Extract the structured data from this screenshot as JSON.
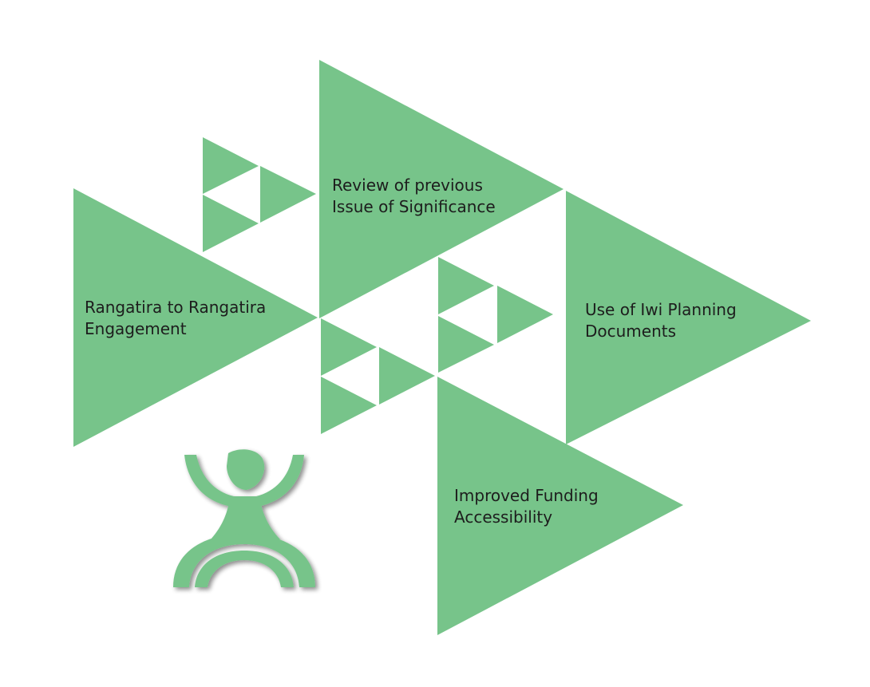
{
  "diagram": {
    "fill_color": "#77c48a",
    "figure_color": "#77c48a",
    "nodes": [
      {
        "id": "rangatira",
        "lines": [
          "Rangatira to Rangatira",
          "Engagement"
        ]
      },
      {
        "id": "review",
        "lines": [
          "Review of previous",
          "Issue of Significance"
        ]
      },
      {
        "id": "iwi",
        "lines": [
          "Use of Iwi Planning",
          "Documents"
        ]
      },
      {
        "id": "funding",
        "lines": [
          "Improved Funding",
          "Accessibility"
        ]
      }
    ],
    "figure_icon": "human-figure-icon"
  }
}
